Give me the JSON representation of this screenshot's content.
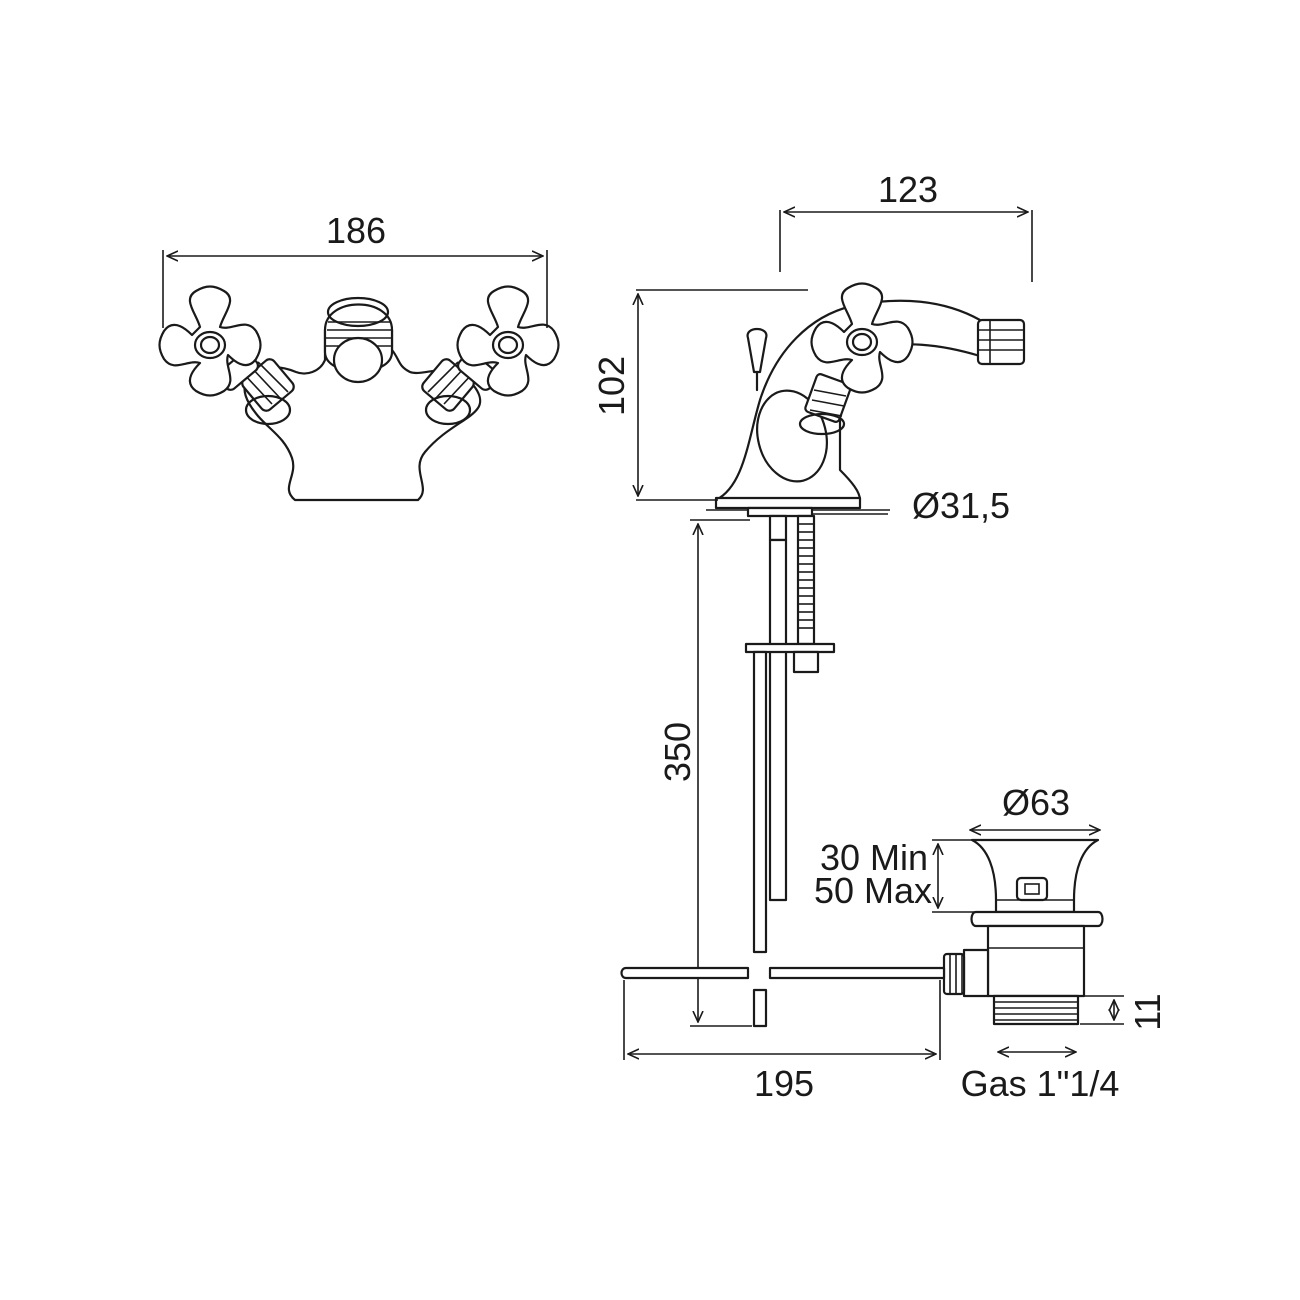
{
  "dimensions": {
    "front_width": "186",
    "side_depth": "123",
    "height": "102",
    "base_diameter": "Ø31,5",
    "rod_length": "350",
    "waste_diameter": "Ø63",
    "thickness_min": "30 Min",
    "thickness_max": "50 Max",
    "lever_length": "195",
    "thread_height": "11",
    "thread_size": "Gas 1\"1/4"
  }
}
